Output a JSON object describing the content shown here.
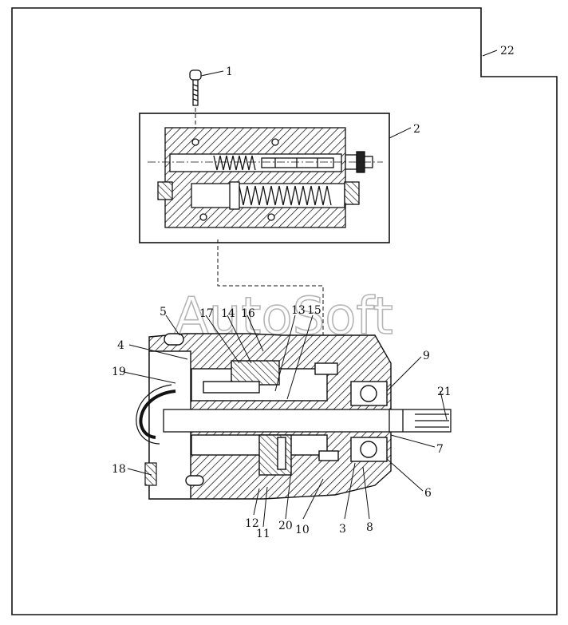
{
  "watermark": "AutoSoft",
  "callouts": [
    {
      "id": "1",
      "text": "1"
    },
    {
      "id": "2",
      "text": "2"
    },
    {
      "id": "3",
      "text": "3"
    },
    {
      "id": "4",
      "text": "4"
    },
    {
      "id": "5",
      "text": "5"
    },
    {
      "id": "6",
      "text": "6"
    },
    {
      "id": "7",
      "text": "7"
    },
    {
      "id": "8",
      "text": "8"
    },
    {
      "id": "9",
      "text": "9"
    },
    {
      "id": "10",
      "text": "10"
    },
    {
      "id": "11",
      "text": "11"
    },
    {
      "id": "12",
      "text": "12"
    },
    {
      "id": "13",
      "text": "13"
    },
    {
      "id": "14",
      "text": "14"
    },
    {
      "id": "15",
      "text": "15"
    },
    {
      "id": "16",
      "text": "16"
    },
    {
      "id": "17",
      "text": "17"
    },
    {
      "id": "18",
      "text": "18"
    },
    {
      "id": "19",
      "text": "19"
    },
    {
      "id": "20",
      "text": "20"
    },
    {
      "id": "21",
      "text": "21"
    },
    {
      "id": "22",
      "text": "22"
    }
  ]
}
